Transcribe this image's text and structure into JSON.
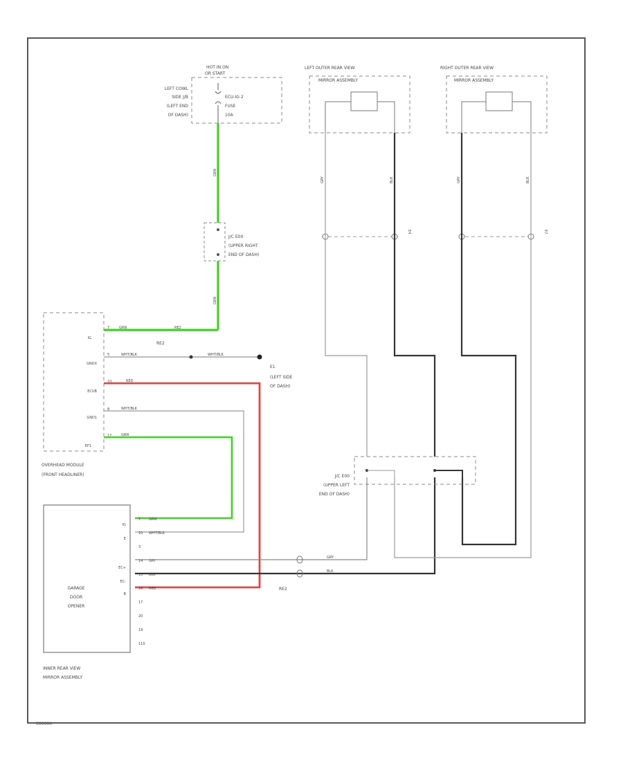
{
  "title_block": {
    "hot_label_line1": "HOT IN ON",
    "hot_label_line2": "OR START",
    "fuse_location": [
      "LEFT COWL",
      "SIDE J/B",
      "(LEFT END",
      "OF DASH)"
    ],
    "fuse_name": [
      "ECU-IG 2",
      "FUSE",
      "10A"
    ]
  },
  "left_mirror": {
    "label_line1": "LEFT OUTER REAR VIEW",
    "label_line2": "MIRROR ASSEMBLY"
  },
  "right_mirror": {
    "label_line1": "RIGHT OUTER REAR VIEW",
    "label_line2": "MIRROR ASSEMBLY"
  },
  "jc_right": {
    "label": [
      "J/C E00",
      "(UPPER RIGHT",
      "END OF DASH)"
    ]
  },
  "jc_left": {
    "label": [
      "J/C E00",
      "(UPPER LEFT",
      "END OF DASH)"
    ]
  },
  "ground": {
    "name": "E1",
    "location": [
      "(LEFT SIDE",
      "OF DASH)"
    ]
  },
  "overhead_module": {
    "label_line1": "OVERHEAD MODULE",
    "label_line2": "(FRONT HEADLINER)",
    "pins": [
      {
        "name": "IG",
        "num": "7",
        "wire": "GRN"
      },
      {
        "name": "GNDX",
        "num": "5",
        "wire": "WHT/BLK"
      },
      {
        "name": "ECUB",
        "num": "10",
        "wire": "RED"
      },
      {
        "name": "GND1",
        "num": "8",
        "wire": "WHT/BLK"
      },
      {
        "name": "EF1",
        "num": "12",
        "wire": "GRN"
      }
    ]
  },
  "splices": {
    "re1": "RE2",
    "re2": "RE2",
    "ground_wire": "WHT/BLK"
  },
  "inner_mirror": {
    "label_line1": "INNER REAR VIEW",
    "label_line2": "MIRROR ASSEMBLY",
    "function": [
      "GARAGE",
      "DOOR",
      "OPENER"
    ],
    "pins": [
      {
        "name": "IG",
        "num": "7",
        "wire": "GRN"
      },
      {
        "name": "E",
        "num": "10",
        "wire": "WHT/BLK"
      },
      {
        "name": "",
        "num": "3",
        "wire": ""
      },
      {
        "name": "EC+",
        "num": "14",
        "wire": "GRY"
      },
      {
        "name": "EC-",
        "num": "15",
        "wire": "BLK"
      },
      {
        "name": "B",
        "num": "16",
        "wire": "RED"
      },
      {
        "name": "",
        "num": "17",
        "wire": ""
      },
      {
        "name": "",
        "num": "20",
        "wire": ""
      },
      {
        "name": "",
        "num": "19",
        "wire": ""
      },
      {
        "name": "",
        "num": "110",
        "wire": ""
      }
    ]
  },
  "vertical_wire_labels": {
    "ecu_feed": [
      "GRN",
      "GRN",
      "GRN"
    ],
    "mirror_left": [
      "GRY",
      "BLK"
    ],
    "mirror_right": [
      "GRY",
      "BLK"
    ],
    "connector_left": "E4",
    "connector_right": "E7"
  },
  "footer_code": "000000",
  "colors": {
    "green": "#66ff44",
    "red": "#ff6666",
    "gray": "#999999",
    "black": "#444444"
  }
}
